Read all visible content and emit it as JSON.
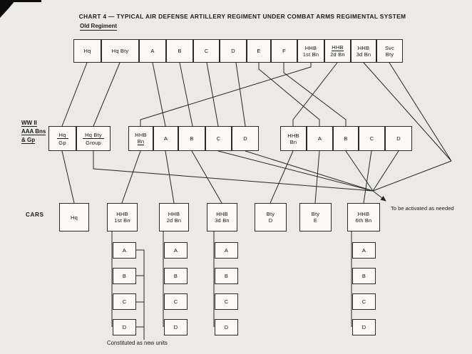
{
  "title": "CHART 4 — TYPICAL AIR DEFENSE ARTILLERY REGIMENT UNDER COMBAT ARMS REGIMENTAL SYSTEM",
  "labels": {
    "old_regiment": "Old Regiment",
    "wwii_line1": "WW II",
    "wwii_line2": "AAA Bns",
    "wwii_line3": "& Gp",
    "cars": "CARS",
    "activate_note": "To be activated as needed",
    "constituted_note": "Constituted as new units"
  },
  "rows": {
    "old": [
      {
        "top": "Hq"
      },
      {
        "top": "Hq Bty"
      },
      {
        "top": "A"
      },
      {
        "top": "B"
      },
      {
        "top": "C"
      },
      {
        "top": "D"
      },
      {
        "top": "E"
      },
      {
        "top": "F"
      },
      {
        "top": "HHB",
        "bottom": "1st Bn"
      },
      {
        "top": "HHB",
        "bottom": "2d Bn",
        "top_underline": true
      },
      {
        "top": "HHB",
        "bottom": "3d Bn"
      },
      {
        "top": "Svc",
        "bottom": "Bty"
      }
    ],
    "wwii_group": [
      {
        "top": "Hq",
        "bottom": "Gp",
        "divider": true
      },
      {
        "top": "Hq Bty",
        "bottom": "Group",
        "divider": true
      }
    ],
    "wwii_bn1": [
      {
        "top": "HHB",
        "bottom": "Bn",
        "bottom_underline": true
      },
      {
        "top": "A"
      },
      {
        "top": "B"
      },
      {
        "top": "C"
      },
      {
        "top": "D"
      }
    ],
    "wwii_bn2": [
      {
        "top": "HHB",
        "bottom": "Bn"
      },
      {
        "top": "A"
      },
      {
        "top": "B"
      },
      {
        "top": "C"
      },
      {
        "top": "D"
      }
    ],
    "cars": [
      {
        "top": "Hq"
      },
      {
        "top": "HHB",
        "bottom": "1st Bn"
      },
      {
        "top": "HHB",
        "bottom": "2d Bn"
      },
      {
        "top": "HHB",
        "bottom": "3d Bn"
      },
      {
        "top": "Bty",
        "bottom": "D"
      },
      {
        "top": "Bty",
        "bottom": "E"
      },
      {
        "top": "HHB",
        "bottom": "6th Bn"
      }
    ],
    "bn_columns": [
      {
        "parent": "HHB 1st Bn",
        "units": [
          "A",
          "B",
          "C",
          "D"
        ]
      },
      {
        "parent": "HHB 2d Bn",
        "units": [
          "A",
          "B",
          "C",
          "D"
        ]
      },
      {
        "parent": "HHB 3d Bn",
        "units": [
          "A",
          "B",
          "C",
          "D"
        ]
      },
      {
        "parent": "HHB 6th Bn",
        "units": [
          "A",
          "B",
          "C",
          "D"
        ]
      }
    ]
  }
}
